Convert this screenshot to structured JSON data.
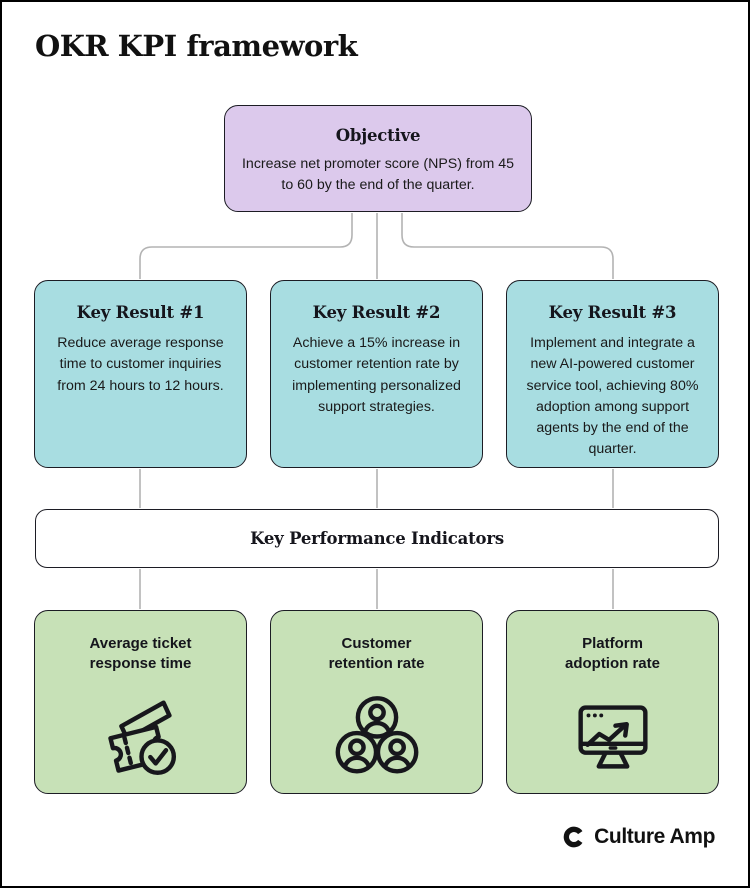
{
  "title": "OKR KPI framework",
  "objective": {
    "heading": "Objective",
    "body": "Increase net promoter score (NPS) from 45 to 60 by the end of the quarter."
  },
  "key_results": [
    {
      "heading": "Key Result #1",
      "body": "Reduce average response time to customer inquiries from 24 hours to 12 hours."
    },
    {
      "heading": "Key Result #2",
      "body": "Achieve a 15% increase in customer retention rate by implementing personalized support strategies."
    },
    {
      "heading": "Key Result #3",
      "body": "Implement and integrate a new AI-powered customer service tool, achieving 80% adoption among support agents by the end of the quarter."
    }
  ],
  "kpi_bar": {
    "label": "Key Performance Indicators"
  },
  "kpis": [
    {
      "line1": "Average ticket",
      "line2": "response time",
      "icon": "ticket-check-icon"
    },
    {
      "line1": "Customer",
      "line2": "retention rate",
      "icon": "people-group-icon"
    },
    {
      "line1": "Platform",
      "line2": "adoption rate",
      "icon": "monitor-growth-chart-icon"
    }
  ],
  "footer": {
    "brand": "Culture Amp"
  },
  "colors": {
    "background": "#ffffff",
    "objective_fill": "#dcc9ec",
    "key_result_fill": "#a8dde1",
    "kpi_fill": "#c7e1b7",
    "box_border": "#1c1c24",
    "connector": "#b3b3b3",
    "text": "#141414"
  }
}
